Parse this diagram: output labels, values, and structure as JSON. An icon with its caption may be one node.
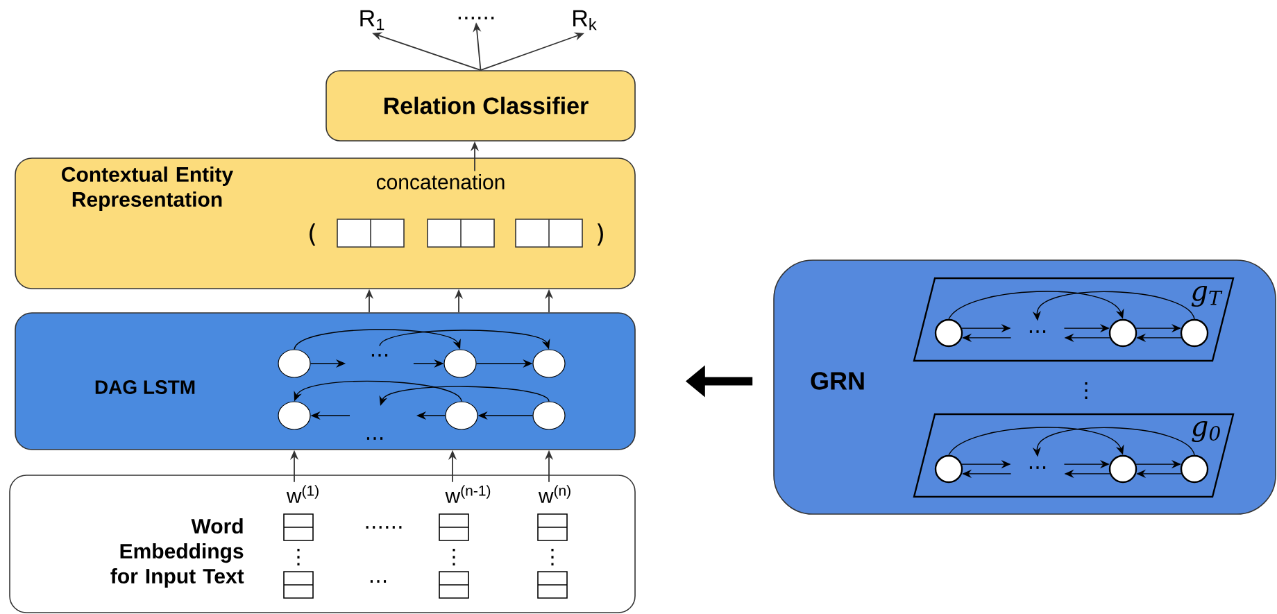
{
  "diagram": {
    "nodes": [
      {
        "text": [
          "Relation Classifier"
        ]
      },
      {
        "text": [
          "R$_{1}$"
        ]
      },
      {
        "text": [
          "......"
        ]
      },
      {
        "text": [
          "R$_{k}$"
        ]
      },
      {
        "text": [
          "Contextual Entity Representation"
        ]
      },
      {
        "text": [
          "concatenation"
        ],
        "in": 4
      },
      {
        "text": [
          "DAG LSTM"
        ]
      },
      {
        "text": [],
        "shape": "circle",
        "in": 6
      },
      {
        "text": [],
        "shape": "circle",
        "in": 6
      },
      {
        "text": [],
        "shape": "circle",
        "in": 6
      },
      {
        "text": [],
        "shape": "circle",
        "in": 6
      },
      {
        "text": [],
        "shape": "circle",
        "in": 6
      },
      {
        "text": [],
        "shape": "circle",
        "in": 6
      },
      {
        "text": [
          "Word Embeddings for Input Text"
        ]
      },
      {
        "text": [
          "w$^{(1)}$"
        ],
        "in": 13
      },
      {
        "text": [
          "w$^{(n-1)}$"
        ],
        "in": 13
      },
      {
        "text": [
          "w$^{(n)}$"
        ],
        "in": 13
      },
      {
        "text": [
          "GRN"
        ]
      },
      {
        "text": [
          "g$_{T}$"
        ],
        "in": 17
      },
      {
        "text": [],
        "shape": "circle",
        "in": 18
      },
      {
        "text": [],
        "shape": "circle",
        "in": 18
      },
      {
        "text": [],
        "shape": "circle",
        "in": 18
      },
      {
        "text": [
          "g$_{0}$"
        ],
        "in": 17
      },
      {
        "text": [],
        "shape": "circle",
        "in": 22
      },
      {
        "text": [],
        "shape": "circle",
        "in": 22
      },
      {
        "text": [],
        "shape": "circle",
        "in": 22
      },
      {
        "text": [
          "..."
        ],
        "in": 6
      },
      {
        "text": [
          "..."
        ],
        "in": 18
      },
      {
        "text": [
          "..."
        ],
        "in": 22
      }
    ],
    "edges": [
      {
        "from": 0,
        "to": 1,
        "arrow": "to"
      },
      {
        "from": 0,
        "to": 2,
        "arrow": "to"
      },
      {
        "from": 0,
        "to": 3,
        "arrow": "to"
      },
      {
        "from": 5,
        "to": 0,
        "arrow": "to"
      },
      {
        "from": 6,
        "to": 4,
        "arrow": "to"
      },
      {
        "from": 6,
        "to": 4,
        "arrow": "to"
      },
      {
        "from": 6,
        "to": 4,
        "arrow": "to"
      },
      {
        "from": 14,
        "to": 6,
        "arrow": "to"
      },
      {
        "from": 15,
        "to": 6,
        "arrow": "to"
      },
      {
        "from": 16,
        "to": 6,
        "arrow": "to"
      },
      {
        "from": 17,
        "to": 6,
        "arrow": "to",
        "style": "thick"
      },
      {
        "from": 7,
        "to": 26,
        "arrow": "to"
      },
      {
        "from": 26,
        "to": 8,
        "arrow": "to"
      },
      {
        "from": 8,
        "to": 9,
        "arrow": "to"
      },
      {
        "from": 7,
        "to": 8,
        "arrow": "to"
      },
      {
        "from": 26,
        "to": 9,
        "arrow": "to"
      },
      {
        "from": 12,
        "to": 11,
        "arrow": "to"
      },
      {
        "from": 11,
        "to": null,
        "arrow": "to"
      },
      {
        "from": null,
        "to": 10,
        "arrow": "to"
      },
      {
        "from": 11,
        "to": 10,
        "arrow": "to"
      },
      {
        "from": 12,
        "to": null,
        "arrow": "to"
      },
      {
        "from": 19,
        "to": 27,
        "arrow": "to"
      },
      {
        "from": 27,
        "to": 19,
        "arrow": "to"
      },
      {
        "from": 27,
        "to": 20,
        "arrow": "to"
      },
      {
        "from": 20,
        "to": 27,
        "arrow": "to"
      },
      {
        "from": 20,
        "to": 21,
        "arrow": "to"
      },
      {
        "from": 21,
        "to": 20,
        "arrow": "to"
      },
      {
        "from": 19,
        "to": 20,
        "arrow": "to"
      },
      {
        "from": 21,
        "to": 27,
        "arrow": "to"
      },
      {
        "from": 23,
        "to": 28,
        "arrow": "to"
      },
      {
        "from": 28,
        "to": 23,
        "arrow": "to"
      },
      {
        "from": 28,
        "to": 24,
        "arrow": "to"
      },
      {
        "from": 24,
        "to": 28,
        "arrow": "to"
      },
      {
        "from": 24,
        "to": 25,
        "arrow": "to"
      },
      {
        "from": 25,
        "to": 24,
        "arrow": "to"
      },
      {
        "from": 23,
        "to": 24,
        "arrow": "to"
      },
      {
        "from": 25,
        "to": 28,
        "arrow": "to"
      }
    ],
    "labels": [
      "(",
      ")",
      "...",
      "......",
      "...",
      "⋮",
      "⋮",
      "⋮",
      "⋮"
    ]
  }
}
